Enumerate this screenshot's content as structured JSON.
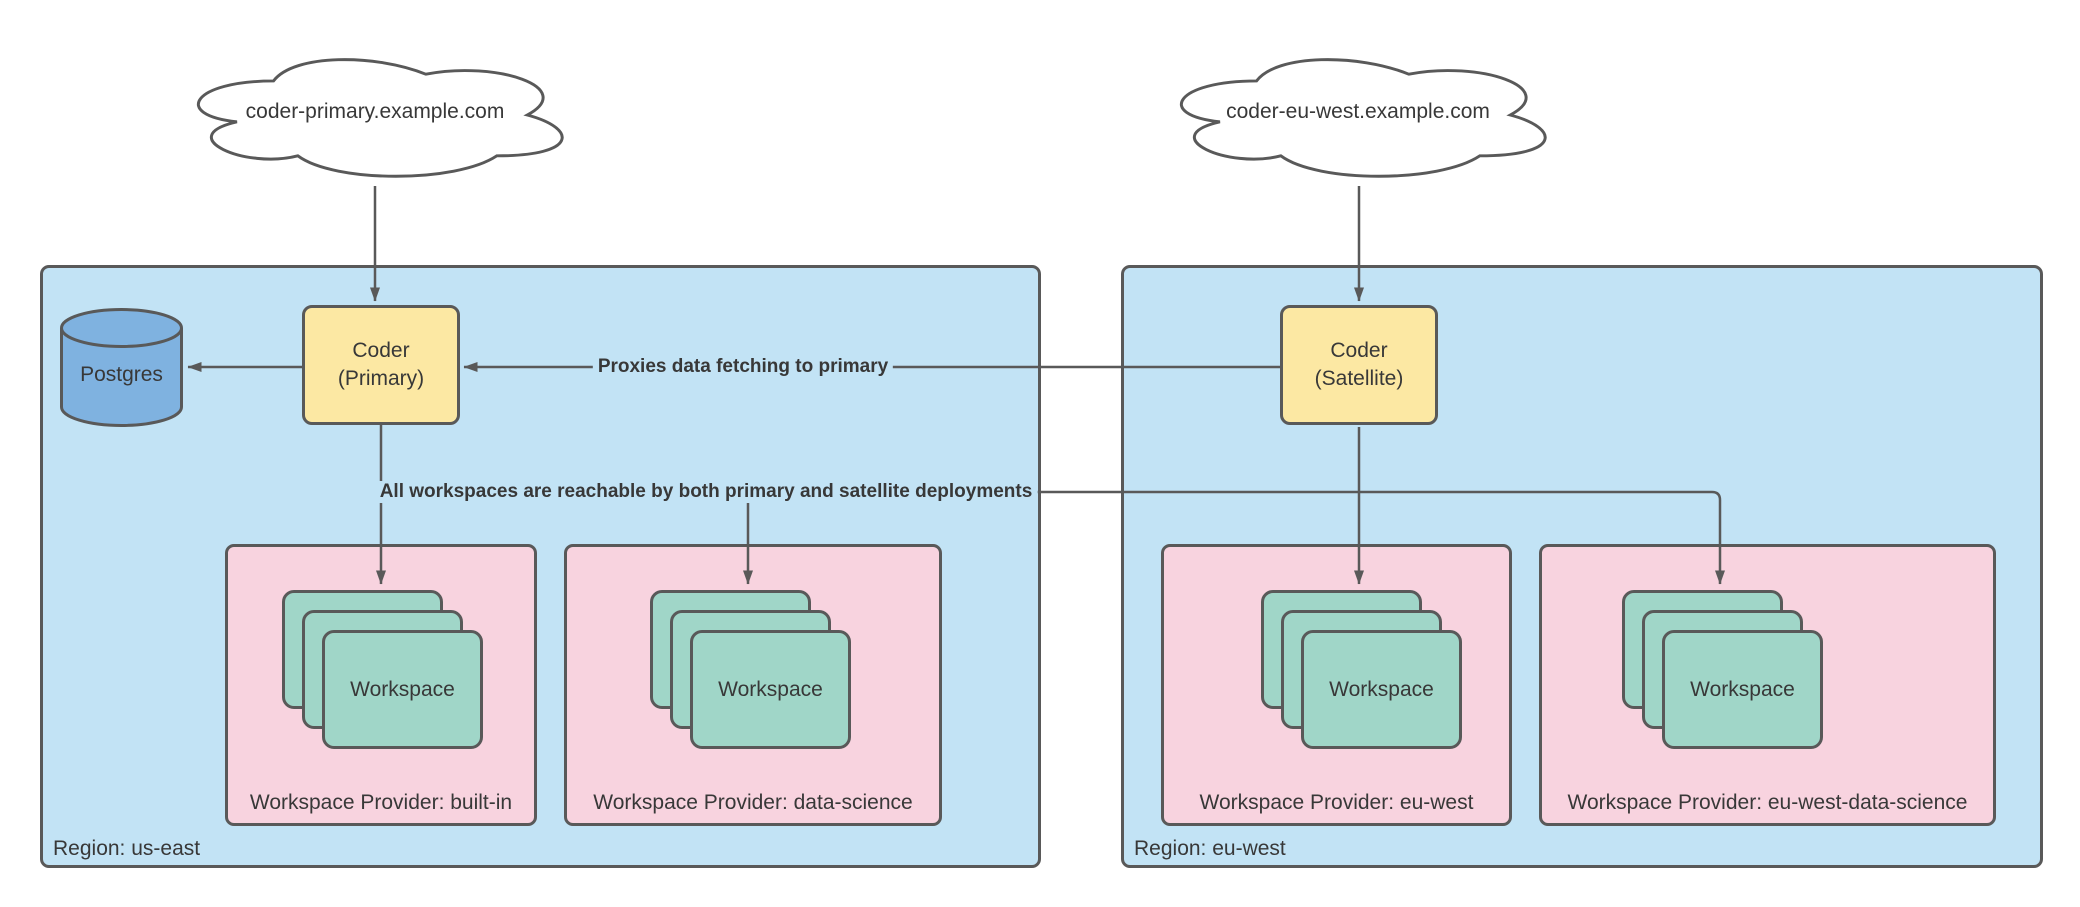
{
  "clouds": [
    {
      "label": "coder-primary.example.com"
    },
    {
      "label": "coder-eu-west.example.com"
    }
  ],
  "regions": [
    {
      "label": "Region: us-east",
      "coder": {
        "title_line1": "Coder",
        "title_line2": "(Primary)"
      },
      "providers": [
        {
          "label": "Workspace Provider: built-in",
          "workspace_label": "Workspace"
        },
        {
          "label": "Workspace Provider: data-science",
          "workspace_label": "Workspace"
        }
      ]
    },
    {
      "label": "Region: eu-west",
      "coder": {
        "title_line1": "Coder",
        "title_line2": "(Satellite)"
      },
      "providers": [
        {
          "label": "Workspace Provider: eu-west",
          "workspace_label": "Workspace"
        },
        {
          "label": "Workspace Provider: eu-west-data-science",
          "workspace_label": "Workspace"
        }
      ]
    }
  ],
  "database": {
    "label": "Postgres"
  },
  "edge_labels": {
    "proxies": "Proxies data fetching to primary",
    "workspaces": "All workspaces are reachable by both primary and satellite deployments"
  },
  "colors": {
    "region_fill": "#c2e3f5",
    "provider_fill": "#f8d3df",
    "coder_fill": "#fce8a3",
    "workspace_fill": "#a0d6c8",
    "database_fill": "#7fb2e0",
    "stroke": "#595959",
    "text": "#383838",
    "canvas_bg": "#ffffff"
  }
}
